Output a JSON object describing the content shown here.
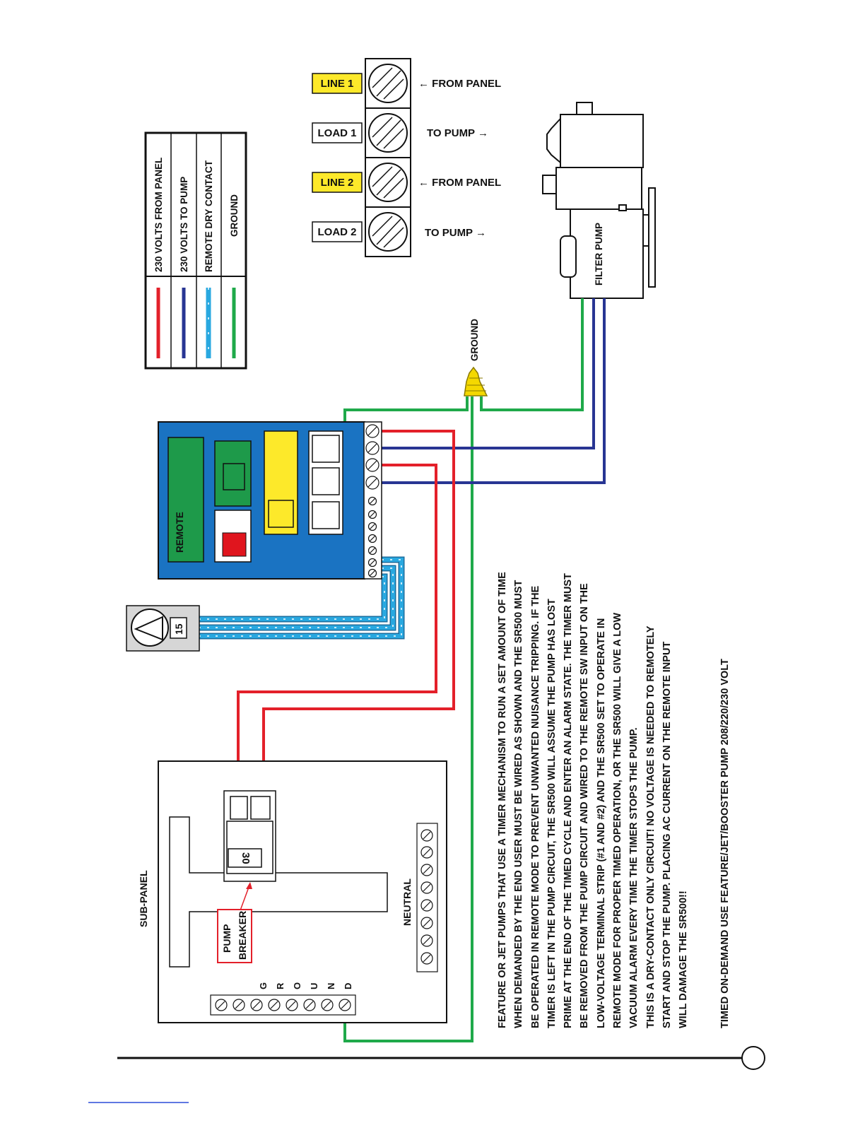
{
  "legend": {
    "items": [
      {
        "label": "230 VOLTS FROM PANEL",
        "color": "#e3202a"
      },
      {
        "label": "230 VOLTS TO PUMP",
        "color": "#283593"
      },
      {
        "label": "REMOTE DRY CONTACT",
        "color": "#29a8e0"
      },
      {
        "label": "GROUND",
        "color": "#1fa94a"
      }
    ]
  },
  "terminals": {
    "line1": "LINE 1",
    "load1": "LOAD 1",
    "line2": "LINE 2",
    "load2": "LOAD 2",
    "from_panel_1": "← FROM PANEL",
    "to_pump_1": "TO PUMP →",
    "from_panel_2": "← FROM PANEL",
    "to_pump_2": "TO PUMP →"
  },
  "pump": {
    "label": "FILTER PUMP"
  },
  "ground_label": "GROUND",
  "controller": {
    "remote_label": "REMOTE"
  },
  "timer_dial": {
    "value": "15"
  },
  "subpanel": {
    "title": "SUB-PANEL",
    "breaker_rating": "30",
    "pump_breaker_line1": "PUMP",
    "pump_breaker_line2": "BREAKER",
    "neutral_label": "NEUTRAL",
    "ground_bar_letters": [
      "G",
      "R",
      "O",
      "U",
      "N",
      "D"
    ]
  },
  "notes": [
    "FEATURE OR JET PUMPS THAT USE A TIMER MECHANISM TO RUN A SET AMOUNT OF TIME",
    "WHEN DEMANDED BY THE END USER MUST BE WIRED AS SHOWN AND THE SR500 MUST",
    "BE OPERATED IN REMOTE MODE TO PREVENT UNWANTED NUISANCE TRIPPING.  IF THE",
    "TIMER IS LEFT IN THE PUMP CIRCUIT, THE SR500 WILL ASSUME THE PUMP HAS LOST",
    "PRIME AT THE END OF THE TIMED CYCLE AND ENTER AN ALARM STATE.  THE TIMER MUST",
    "BE REMOVED FROM THE PUMP CIRCUIT AND WIRED TO THE REMOTE SW INPUT ON THE",
    "LOW-VOLTAGE TERMINAL STRIP (#1 AND #2) AND THE SR500 SET TO OPERATE IN",
    "REMOTE MODE FOR PROPER TIMED OPERATION, OR THE SR500 WILL GIVE A LOW",
    "VACUUM ALARM EVERY TIME THE TIMER STOPS THE PUMP.",
    "THIS IS A DRY-CONTACT ONLY CIRCUIT!  NO VOLTAGE IS NEEDED TO REMOTELY",
    "START AND STOP THE PUMP.  PLACING AC CURRENT ON THE REMOTE INPUT",
    "WILL DAMAGE THE SR500!!"
  ],
  "footer_title": "TIMED ON-DEMAND USE FEATURE/JET/BOOSTER PUMP 208/220/230 VOLT"
}
